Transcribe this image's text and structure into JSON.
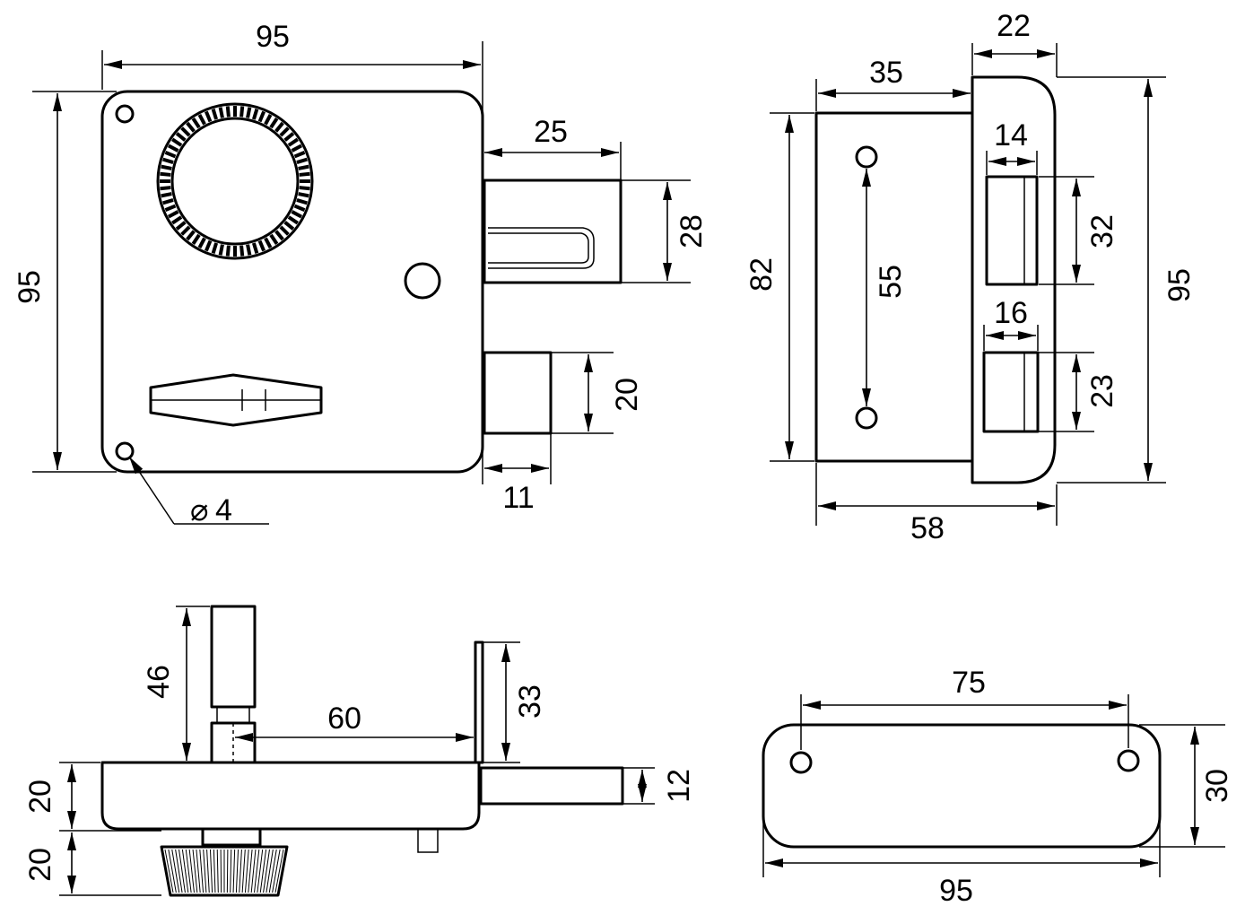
{
  "dimensions": {
    "front_width": "95",
    "front_height": "95",
    "bolt_length": "25",
    "bolt_height": "28",
    "latch_height": "20",
    "latch_length": "11",
    "hole_diameter": "4",
    "diameter_symbol": "⌀",
    "body_depth": "35",
    "strike_depth": "22",
    "body_height": "82",
    "hole_spacing": "55",
    "bolt_slot_width": "14",
    "bolt_slot_height": "32",
    "latch_slot_width": "16",
    "latch_slot_height": "23",
    "strike_height": "95",
    "total_depth": "58",
    "cylinder_length": "46",
    "cylinder_offset": "60",
    "plate_height": "33",
    "bolt_thickness": "12",
    "case_depth": "20",
    "knob_depth": "20",
    "plate_hole_spacing": "75",
    "plate_height_small": "30",
    "plate_length": "95"
  }
}
